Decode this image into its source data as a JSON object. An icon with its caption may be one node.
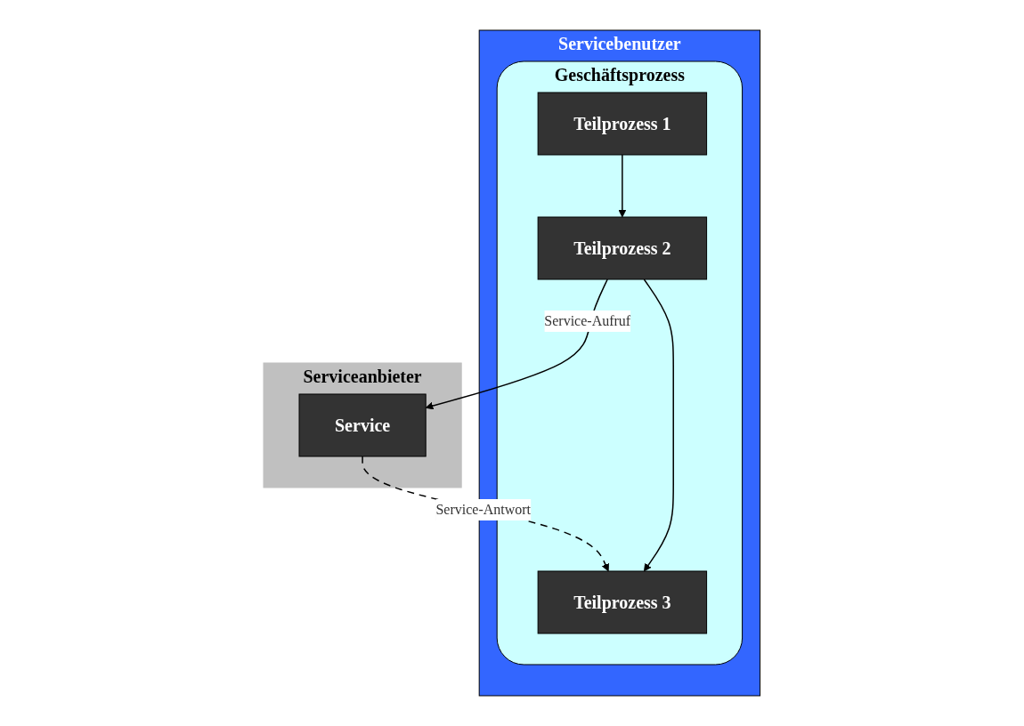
{
  "diagram": {
    "nodes": [
      {
        "text": [
          "Serviceanbieter"
        ]
      },
      {
        "text": [
          "Service"
        ],
        "in": 0
      },
      {
        "text": [
          "Servicebenutzer"
        ]
      },
      {
        "text": [
          "Geschäftsprozess"
        ],
        "in": 2
      },
      {
        "text": [
          "Teilprozess 1"
        ],
        "in": 3
      },
      {
        "text": [
          "Teilprozess 2"
        ],
        "in": 3
      },
      {
        "text": [
          "Teilprozess 3"
        ],
        "in": 3
      }
    ],
    "edges": [
      {
        "from": 4,
        "to": 5,
        "arrow": "to"
      },
      {
        "from": 5,
        "to": 1,
        "arrow": "to",
        "label": "Service-Aufruf"
      },
      {
        "from": 1,
        "to": 6,
        "arrow": "to",
        "label": "Service-Antwort",
        "style": "dashed"
      },
      {
        "from": 5,
        "to": 6,
        "arrow": "to"
      }
    ]
  }
}
